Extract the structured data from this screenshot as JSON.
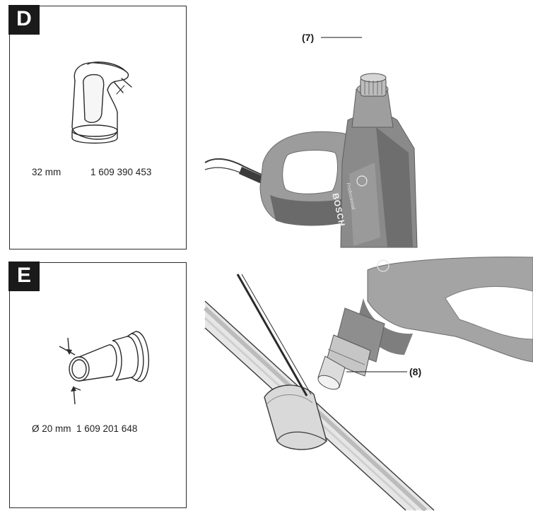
{
  "panel_d": {
    "letter": "D",
    "size": "32 mm",
    "part_number": "1 609 390 453"
  },
  "panel_e": {
    "letter": "E",
    "size": "Ø 20 mm",
    "part_number": "1 609 201 648"
  },
  "callouts": {
    "nozzle_7": "(7)",
    "nozzle_8": "(8)"
  },
  "brand": {
    "name": "BOSCH",
    "line": "Professional"
  }
}
